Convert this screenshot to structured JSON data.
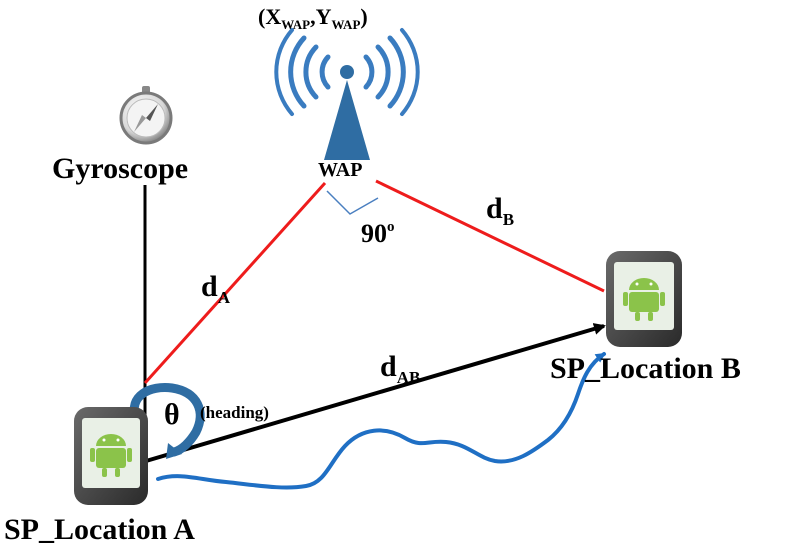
{
  "labels": {
    "wap_coord_open": "(",
    "wap_x": "X",
    "wap_sub1": "WAP",
    "wap_comma": ",",
    "wap_y": "Y",
    "wap_sub2": "WAP",
    "wap_coord_close": ")",
    "wap": "WAP",
    "gyroscope": "Gyroscope",
    "d_a": "d",
    "d_a_sub": "A",
    "d_b": "d",
    "d_b_sub": "B",
    "d_ab": "d",
    "d_ab_sub": "AB",
    "angle_90": "90",
    "angle_90_sup": "o",
    "theta": "θ",
    "heading": "(heading)",
    "location_a": "SP_Location A",
    "location_b": "SP_Location B"
  },
  "colors": {
    "red_line": "#ee1c1c",
    "blue_path": "#1f6fc4",
    "tower": "#2f6da3",
    "wifi_arcs": "#3a7cc0",
    "right_angle": "#4a7fc0",
    "phone_body": "#444444",
    "phone_screen": "#e9f0e6",
    "android": "#8bc34a",
    "compass": "#9a9a9a",
    "black": "#000000"
  },
  "icons": {
    "wap": "wifi-tower-icon",
    "gyroscope": "compass-icon",
    "phone_a": "android-phone-icon",
    "phone_b": "android-phone-icon"
  }
}
